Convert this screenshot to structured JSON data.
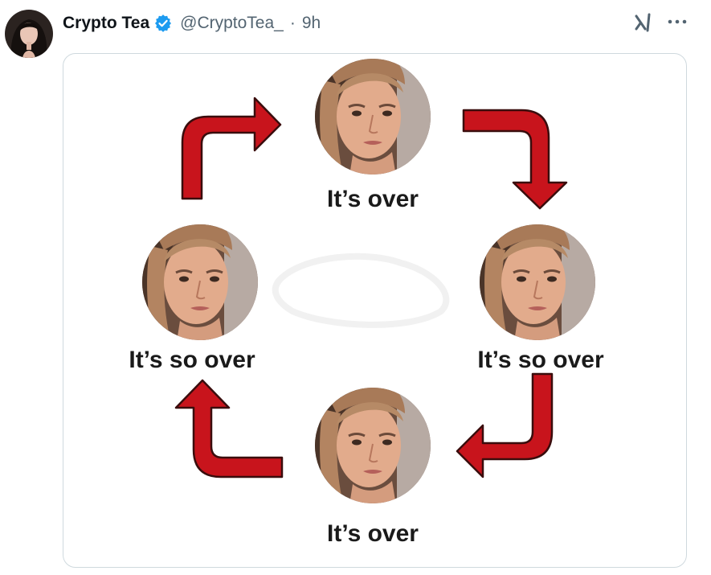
{
  "tweet": {
    "display_name": "Crypto Tea",
    "handle": "@CryptoTea_",
    "time": "9h",
    "separator": "·"
  },
  "icons": {
    "verified": "verified-badge-icon",
    "grok": "grok-icon",
    "more": "more-options-icon"
  },
  "colors": {
    "verified_blue": "#1d9bf0",
    "arrow_red": "#c8141c",
    "handle_gray": "#536471"
  },
  "meme": {
    "labels": {
      "top": "It’s over",
      "right": "It’s so over",
      "bottom": "It’s over",
      "left": "It’s so over"
    }
  }
}
